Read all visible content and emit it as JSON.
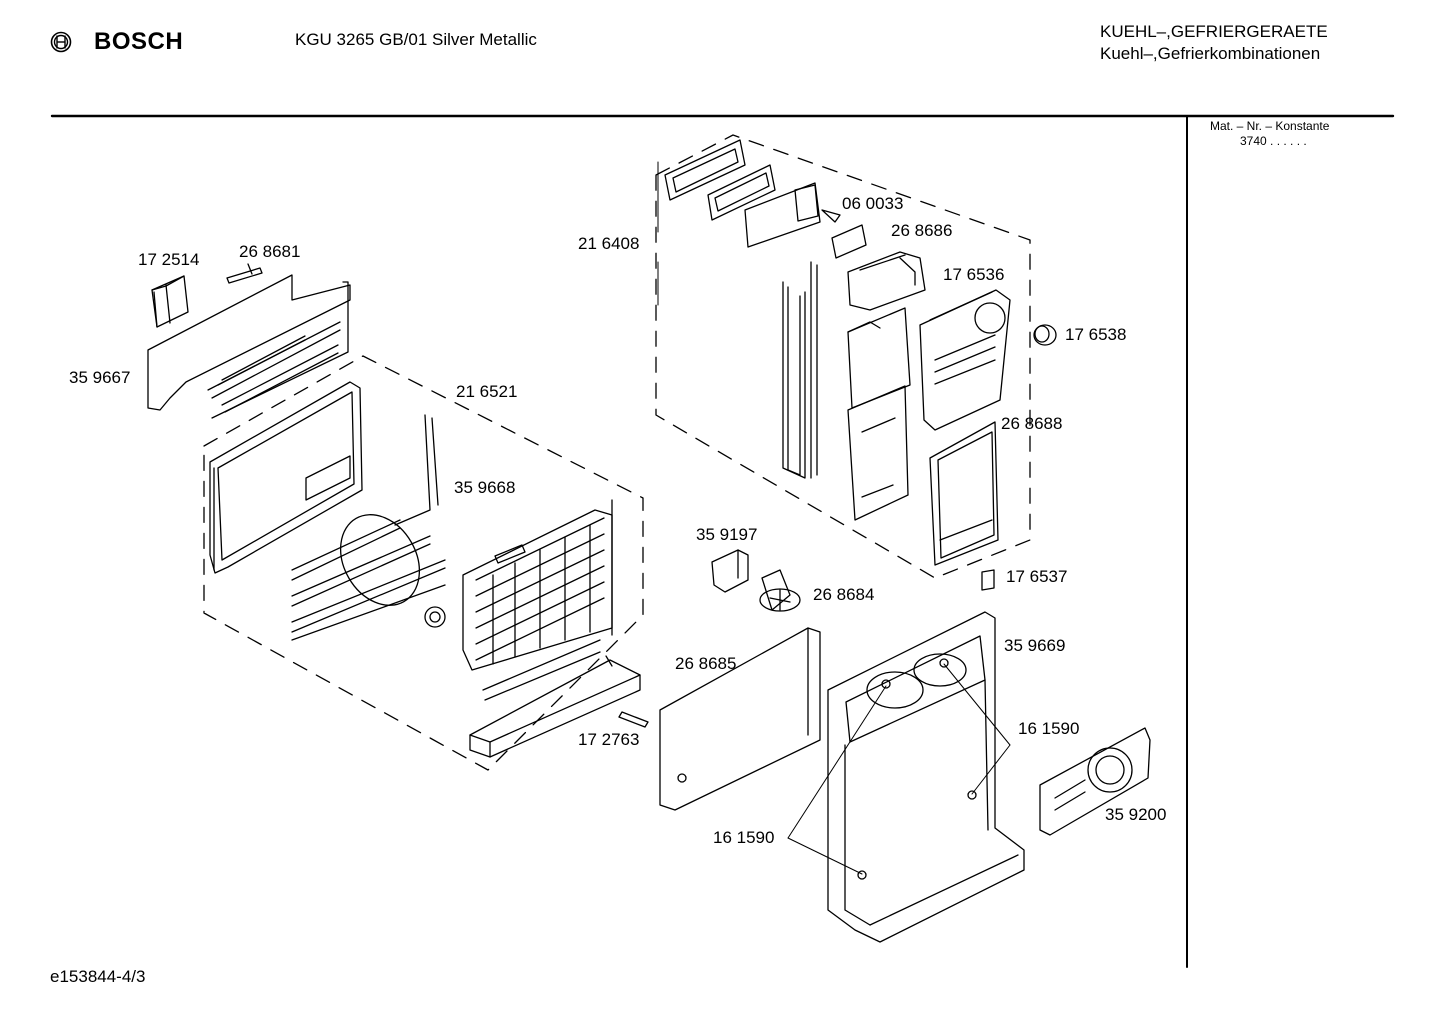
{
  "header": {
    "brand": "BOSCH",
    "model": "KGU 3265 GB/01 Silver Metallic",
    "category_line1": "KUEHL–,GEFRIERGERAETE",
    "category_line2": "Kuehl–,Gefrierkombinationen"
  },
  "sidebar": {
    "mat_label": "Mat. – Nr. – Konstante",
    "mat_value": "3740  .  .  .  .  .  ."
  },
  "footer": {
    "drawing_id": "e153844-4/3"
  },
  "parts": [
    {
      "id": "p-172514",
      "label": "17 2514"
    },
    {
      "id": "p-268681",
      "label": "26 8681"
    },
    {
      "id": "p-359667",
      "label": "35 9667"
    },
    {
      "id": "p-216521",
      "label": "21 6521"
    },
    {
      "id": "p-359668",
      "label": "35 9668"
    },
    {
      "id": "p-216408",
      "label": "21 6408"
    },
    {
      "id": "p-060033",
      "label": "06 0033"
    },
    {
      "id": "p-268686",
      "label": "26 8686"
    },
    {
      "id": "p-176536",
      "label": "17 6536"
    },
    {
      "id": "p-176538",
      "label": "17 6538"
    },
    {
      "id": "p-268688",
      "label": "26 8688"
    },
    {
      "id": "p-359197",
      "label": "35 9197"
    },
    {
      "id": "p-268684",
      "label": "26 8684"
    },
    {
      "id": "p-176537",
      "label": "17 6537"
    },
    {
      "id": "p-359669",
      "label": "35 9669"
    },
    {
      "id": "p-268685",
      "label": "26 8685"
    },
    {
      "id": "p-161590a",
      "label": "16 1590"
    },
    {
      "id": "p-172763",
      "label": "17 2763"
    },
    {
      "id": "p-161590b",
      "label": "16 1590"
    },
    {
      "id": "p-359200",
      "label": "35 9200"
    }
  ]
}
